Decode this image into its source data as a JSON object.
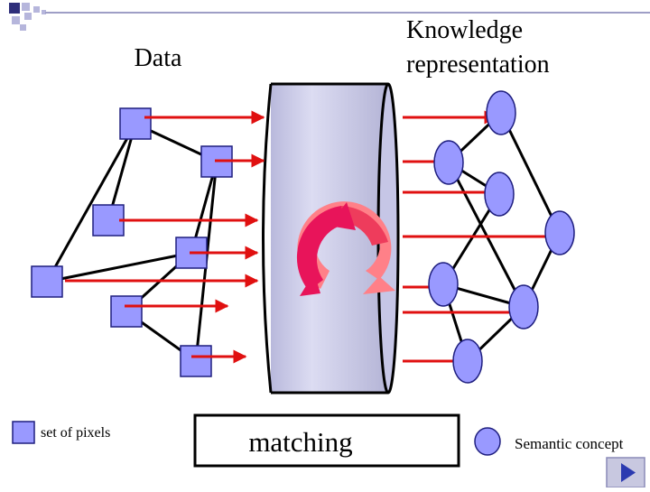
{
  "labels": {
    "data_title": "Data",
    "knowledge_title_line1": "Knowledge",
    "knowledge_title_line2": "representation",
    "matching": "matching",
    "pixel_legend": "set of pixels",
    "concept_legend": "Semantic concept"
  },
  "colors": {
    "node_fill": "#9999ff",
    "node_stroke": "#1f1f7f",
    "arrow": "#e01010",
    "cylinder": "#ccccee",
    "cycle_dark": "#e8145a",
    "cycle_light": "#ff8088",
    "logo_dark": "#2e2e7a",
    "logo_light": "#b6b6dc"
  },
  "icons": {
    "corner_logo": "squares-logo-icon",
    "next_button": "next-slide-arrow-icon",
    "cycle": "cycle-arrows-icon"
  }
}
